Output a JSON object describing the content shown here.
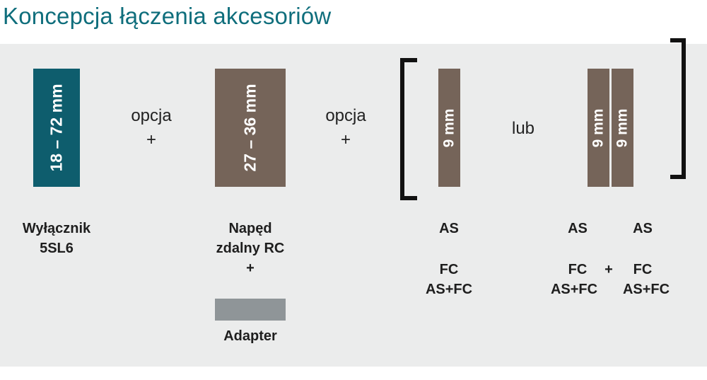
{
  "title": "Koncepcja łączenia akcesoriów",
  "blocks": {
    "switch_width": "18 – 72 mm",
    "rc_width": "27 – 36 mm",
    "single_width": "9 mm",
    "double_width_a": "9 mm",
    "double_width_b": "9 mm"
  },
  "connectors": {
    "option1": "opcja",
    "plus1": "+",
    "option2": "opcja",
    "plus2": "+",
    "or": "lub"
  },
  "labels": {
    "switch_line1": "Wyłącznik",
    "switch_line2": "5SL6",
    "rc_line1": "Napęd",
    "rc_line2": "zdalny RC",
    "rc_plus": "+",
    "adapter": "Adapter",
    "single_as": "AS",
    "single_fc": "FC",
    "single_asfc": "AS+FC",
    "double_as_left": "AS",
    "double_as_right": "AS",
    "double_fc_left": "FC",
    "double_plus": "+",
    "double_fc_right": "FC",
    "double_asfc_left": "AS+FC",
    "double_asfc_right": "AS+FC"
  },
  "colors": {
    "title": "#0f6e7c",
    "switch_block": "#0e5d6d",
    "accessory_block": "#756459",
    "adapter_block": "#8f9598",
    "background_panel": "#ebecec"
  }
}
